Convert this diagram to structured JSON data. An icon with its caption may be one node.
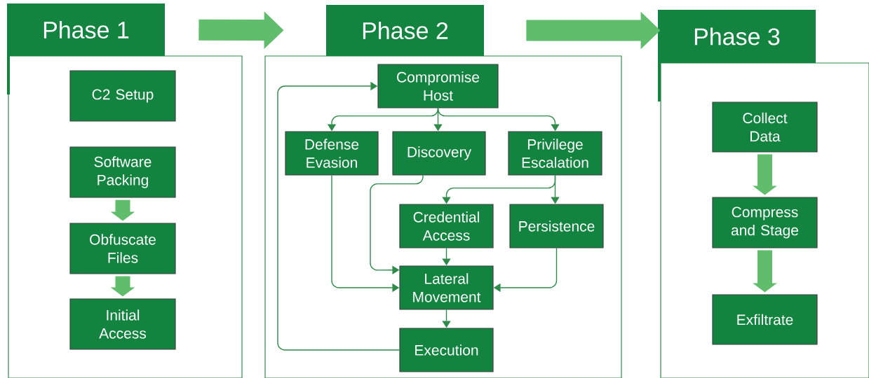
{
  "diagram": {
    "nodes": [
      {
        "text": [
          "Phase 1"
        ]
      },
      {
        "text": [
          "C2 Setup"
        ],
        "in": 0
      },
      {
        "text": [
          "Software Packing"
        ],
        "in": 0
      },
      {
        "text": [
          "Obfuscate Files"
        ],
        "in": 0
      },
      {
        "text": [
          "Initial Access"
        ],
        "in": 0
      },
      {
        "text": [
          "Phase 2"
        ]
      },
      {
        "text": [
          "Compromise Host"
        ],
        "in": 5
      },
      {
        "text": [
          "Defense Evasion"
        ],
        "in": 5
      },
      {
        "text": [
          "Discovery"
        ],
        "in": 5
      },
      {
        "text": [
          "Privilege Escalation"
        ],
        "in": 5
      },
      {
        "text": [
          "Credential Access"
        ],
        "in": 5
      },
      {
        "text": [
          "Persistence"
        ],
        "in": 5
      },
      {
        "text": [
          "Lateral Movement"
        ],
        "in": 5
      },
      {
        "text": [
          "Execution"
        ],
        "in": 5
      },
      {
        "text": [
          "Phase 3"
        ]
      },
      {
        "text": [
          "Collect Data"
        ],
        "in": 14
      },
      {
        "text": [
          "Compress and Stage"
        ],
        "in": 14
      },
      {
        "text": [
          "Exfiltrate"
        ],
        "in": 14
      }
    ],
    "edges": [
      {
        "from": 0,
        "to": 5,
        "arrow": "to",
        "style": "thick",
        "color": "#60bd6c"
      },
      {
        "from": 5,
        "to": 14,
        "arrow": "to",
        "style": "thick",
        "color": "#60bd6c"
      },
      {
        "from": 2,
        "to": 3,
        "arrow": "to",
        "style": "thick",
        "color": "#60bd6c"
      },
      {
        "from": 3,
        "to": 4,
        "arrow": "to",
        "style": "thick",
        "color": "#60bd6c"
      },
      {
        "from": 6,
        "to": 7,
        "arrow": "to"
      },
      {
        "from": 6,
        "to": 8,
        "arrow": "to"
      },
      {
        "from": 6,
        "to": 9,
        "arrow": "to"
      },
      {
        "from": 9,
        "to": 10,
        "arrow": "to"
      },
      {
        "from": 9,
        "to": 11,
        "arrow": "to"
      },
      {
        "from": 7,
        "to": 12,
        "arrow": "to"
      },
      {
        "from": 8,
        "to": 12,
        "arrow": "to"
      },
      {
        "from": 10,
        "to": 12,
        "arrow": "to"
      },
      {
        "from": 11,
        "to": 12,
        "arrow": "to"
      },
      {
        "from": 12,
        "to": 13,
        "arrow": "to"
      },
      {
        "from": 13,
        "to": 6,
        "arrow": "to"
      },
      {
        "from": 15,
        "to": 16,
        "arrow": "to",
        "style": "thick",
        "color": "#60bd6c"
      },
      {
        "from": 16,
        "to": 17,
        "arrow": "to",
        "style": "thick",
        "color": "#60bd6c"
      }
    ]
  }
}
